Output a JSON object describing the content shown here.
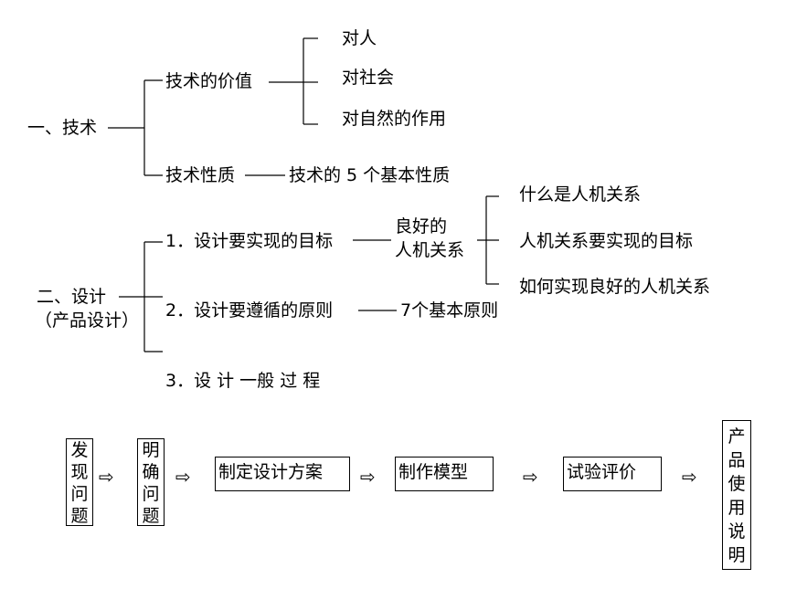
{
  "tree": {
    "section1": {
      "label": "一、技术",
      "value": {
        "label": "技术的价值",
        "items": [
          "对人",
          "对社会",
          "对自然的作用"
        ]
      },
      "nature": {
        "label": "技术性质",
        "detail": "技术的 5 个基本性质"
      }
    },
    "section2": {
      "label_line1": "二、设计",
      "label_line2": "（产品设计）",
      "item1": {
        "label": "1．设计要实现的目标",
        "target_line1": "良好的",
        "target_line2": "人机关系",
        "subitems": [
          "什么是人机关系",
          "人机关系要实现的目标",
          "如何实现良好的人机关系"
        ]
      },
      "item2": {
        "label": "2．设计要遵循的原则",
        "detail": "7个基本原则"
      },
      "item3": {
        "label": "3．设 计 一般 过 程"
      }
    }
  },
  "process": {
    "steps": [
      "发现问题",
      "明确问题",
      "制定设计方案",
      "制作模型",
      "试验评价",
      "产品使用说明"
    ],
    "arrow": "⇨"
  }
}
